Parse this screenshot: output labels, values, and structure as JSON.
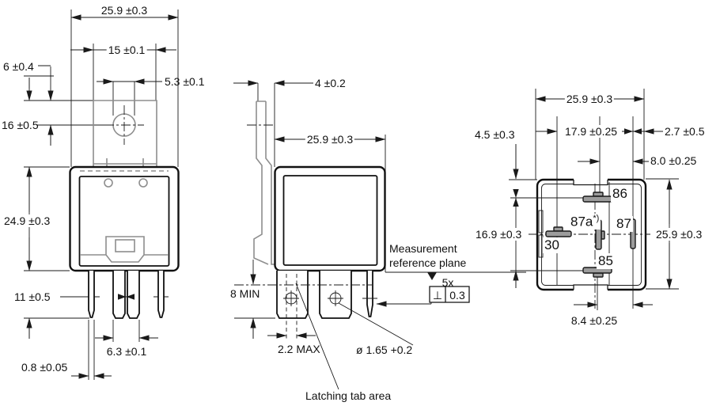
{
  "colors": {
    "line": "#1a1a1a",
    "bracket_gray": "#8e8e8e",
    "blade_fill": "#9c9c9c"
  },
  "front_view": {
    "overall_width": "25.9 ±0.3",
    "tab_width": "15 ±0.1",
    "tab_to_hole": "6 ±0.4",
    "hole_diameter": "5.3 ±0.1",
    "hole_height": "16 ±0.5",
    "body_height": "24.9 ±0.3",
    "pin_length": "11 ±0.5",
    "blade_span": "6.3 ±0.1",
    "pin_thickness": "0.8 ±0.05"
  },
  "side_view": {
    "tab_offset": "4 ±0.2",
    "body_width": "25.9 ±0.3",
    "pin_min_length": "8 MIN",
    "latch_width": "2.2 MAX",
    "pin_hole_diameter": "ø 1.65 +0.2",
    "reference_note_line1": "Measurement",
    "reference_note_line2": "reference plane",
    "tolerance_count": "5x",
    "tolerance_symbol": "⊥",
    "tolerance_value": "0.3",
    "latching_note": "Latching tab area"
  },
  "bottom_view": {
    "overall_width": "25.9 ±0.3",
    "pin30_to_87": "17.9 ±0.25",
    "pin87_to_edge": "2.7 ±0.5",
    "top_to_pin86": "4.5 ±0.3",
    "pin87a_to_87": "8.0 ±0.25",
    "overall_height": "25.9 ±0.3",
    "pin86_to_85": "16.9 ±0.3",
    "pin85_to_87": "8.4 ±0.25",
    "pins": {
      "p86": "86",
      "p87a": "87a",
      "p87a_note": "*)",
      "p87": "87",
      "p30": "30",
      "p85": "85"
    }
  }
}
